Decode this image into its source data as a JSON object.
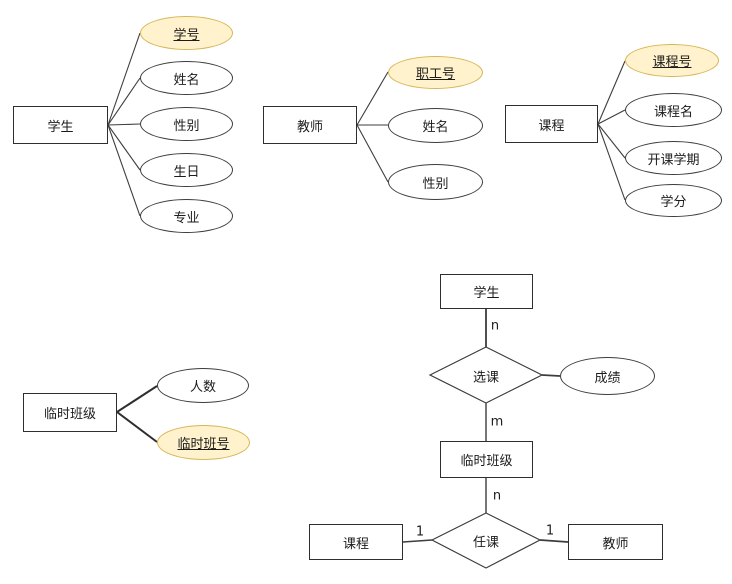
{
  "diagram": {
    "attribute_groups": [
      {
        "entity": "学生",
        "attributes": [
          {
            "label": "学号",
            "primary_key": true
          },
          {
            "label": "姓名",
            "primary_key": false
          },
          {
            "label": "性别",
            "primary_key": false
          },
          {
            "label": "生日",
            "primary_key": false
          },
          {
            "label": "专业",
            "primary_key": false
          }
        ]
      },
      {
        "entity": "教师",
        "attributes": [
          {
            "label": "职工号",
            "primary_key": true
          },
          {
            "label": "姓名",
            "primary_key": false
          },
          {
            "label": "性别",
            "primary_key": false
          }
        ]
      },
      {
        "entity": "课程",
        "attributes": [
          {
            "label": "课程号",
            "primary_key": true
          },
          {
            "label": "课程名",
            "primary_key": false
          },
          {
            "label": "开课学期",
            "primary_key": false
          },
          {
            "label": "学分",
            "primary_key": false
          }
        ]
      },
      {
        "entity": "临时班级",
        "attributes": [
          {
            "label": "人数",
            "primary_key": false
          },
          {
            "label": "临时班号",
            "primary_key": true
          }
        ]
      }
    ],
    "relationship_diagram": {
      "entities": {
        "student": "学生",
        "temp_class": "临时班级",
        "course": "课程",
        "teacher": "教师"
      },
      "relationships": {
        "select_course": "选课",
        "teach": "任课"
      },
      "attribute_grade": "成绩",
      "cardinalities": {
        "student_select": "n",
        "select_temp_class": "m",
        "temp_class_teach": "n",
        "course_teach": "1",
        "teach_teacher": "1"
      }
    },
    "colors": {
      "background": "#ffffff",
      "shape_fill": "#ffffff",
      "shape_stroke": "#3d3d3d",
      "primary_key_fill": "#fff2cc",
      "primary_key_stroke": "#d6b656",
      "text": "#1c1c1c"
    }
  }
}
